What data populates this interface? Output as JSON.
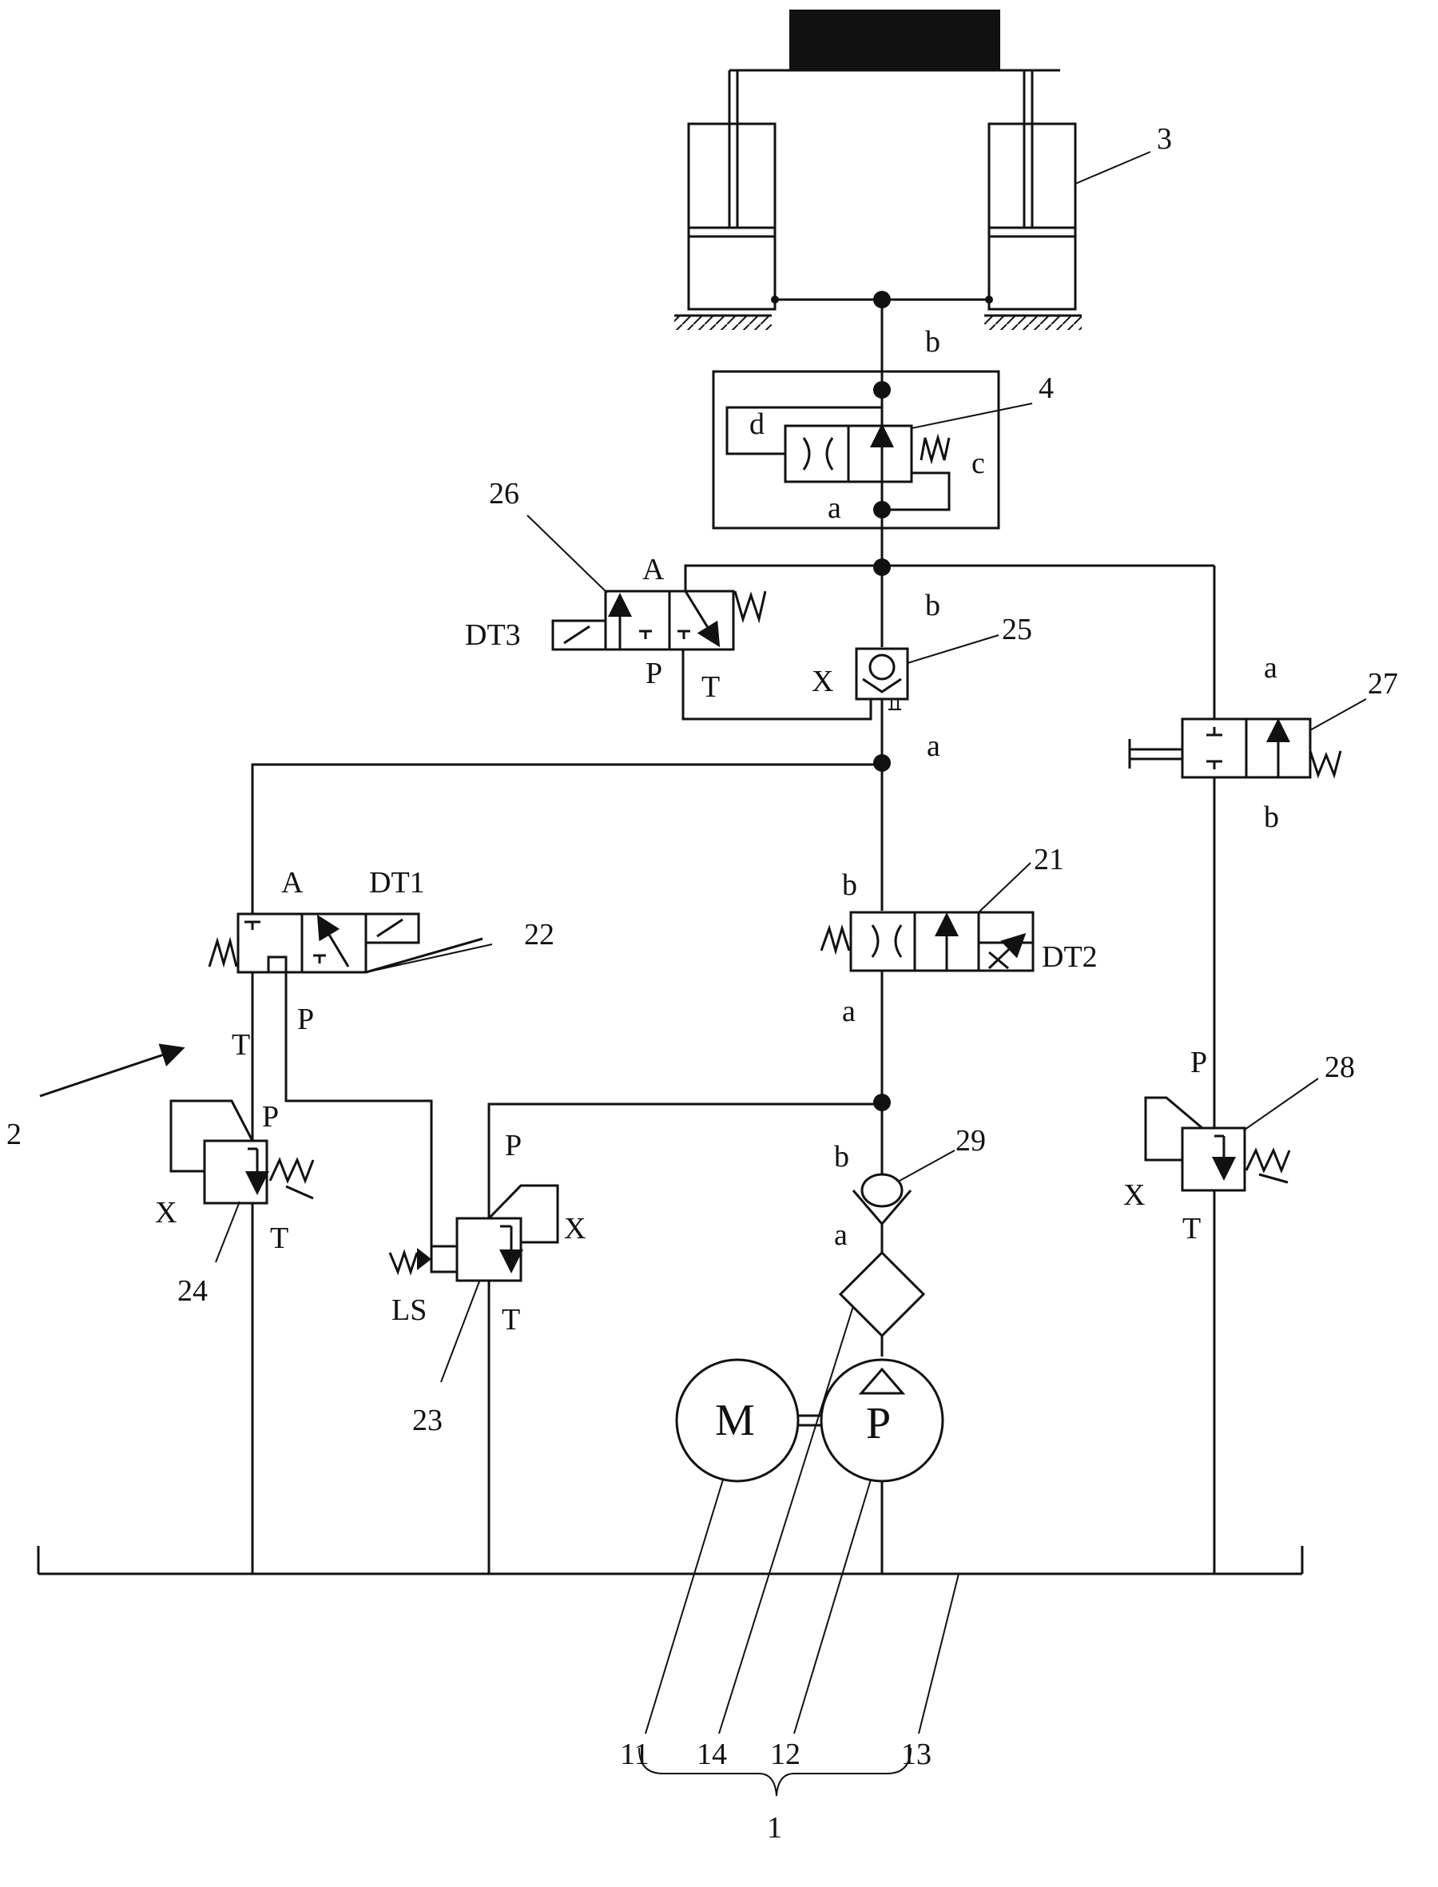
{
  "labels": {
    "cyl_b": "b",
    "v4_d": "d",
    "v4_c": "c",
    "v4_a": "a",
    "v26_A": "A",
    "v26_P": "P",
    "v26_T": "T",
    "v26_DT3": "DT3",
    "v25_b": "b",
    "v25_X": "X",
    "v25_a": "a",
    "v27_a": "a",
    "v27_b": "b",
    "v22_A": "A",
    "v22_DT1": "DT1",
    "v22_T": "T",
    "v22_P": "P",
    "v21_b": "b",
    "v21_a": "a",
    "v21_DT2": "DT2",
    "v24_P": "P",
    "v24_X": "X",
    "v24_T": "T",
    "v23_P": "P",
    "v23_X": "X",
    "v23_T": "T",
    "v23_LS": "LS",
    "v28_P": "P",
    "v28_X": "X",
    "v28_T": "T",
    "v29_b": "b",
    "v29_a": "a",
    "motor_M": "M",
    "pump_P": "P"
  },
  "callouts": {
    "n3": "3",
    "n4": "4",
    "n26": "26",
    "n25": "25",
    "n27": "27",
    "n21": "21",
    "n22": "22",
    "n2": "2",
    "n28": "28",
    "n29": "29",
    "n24": "24",
    "n23": "23",
    "n11": "11",
    "n14": "14",
    "n12": "12",
    "n13": "13",
    "n1": "1"
  }
}
